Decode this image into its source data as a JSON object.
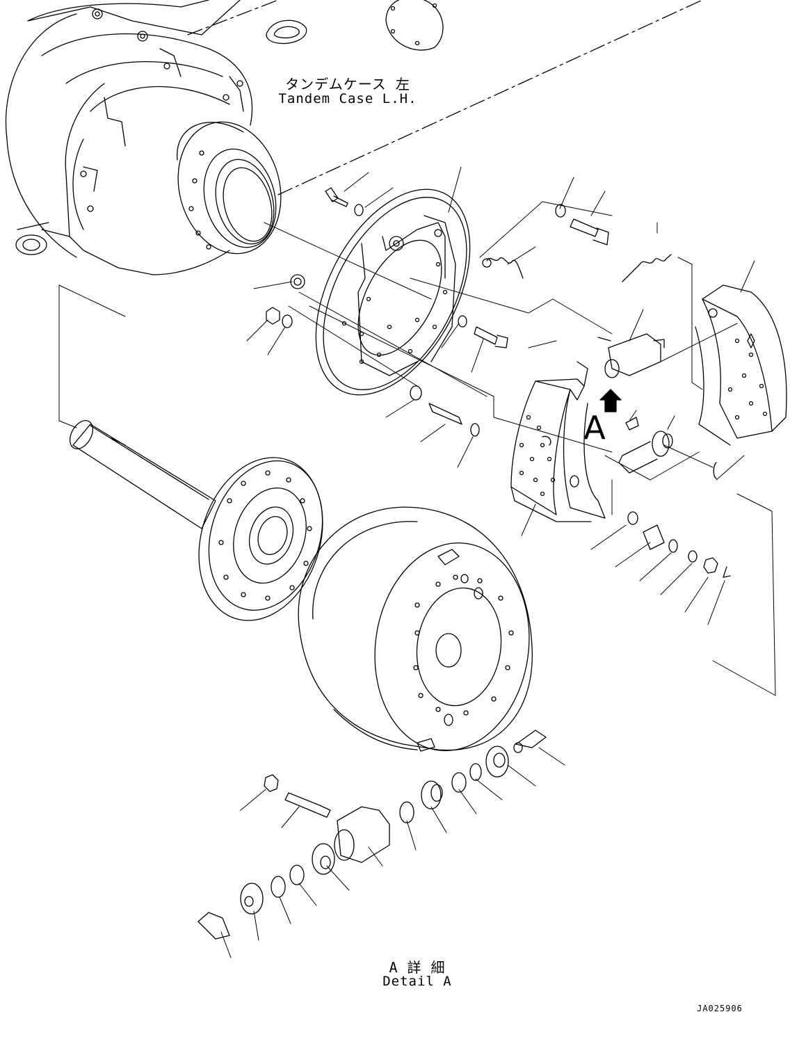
{
  "labels": {
    "tandem_case_jp": "タンデムケース 左",
    "tandem_case_en": "Tandem Case L.H.",
    "detail_view_marker": "A",
    "detail_jp": "A 詳 細",
    "detail_en": "Detail A",
    "drawing_number": "JA025906"
  },
  "colors": {
    "line": "#000000",
    "background": "#ffffff"
  },
  "icons": {
    "direction_arrow": "arrow-up-icon"
  }
}
